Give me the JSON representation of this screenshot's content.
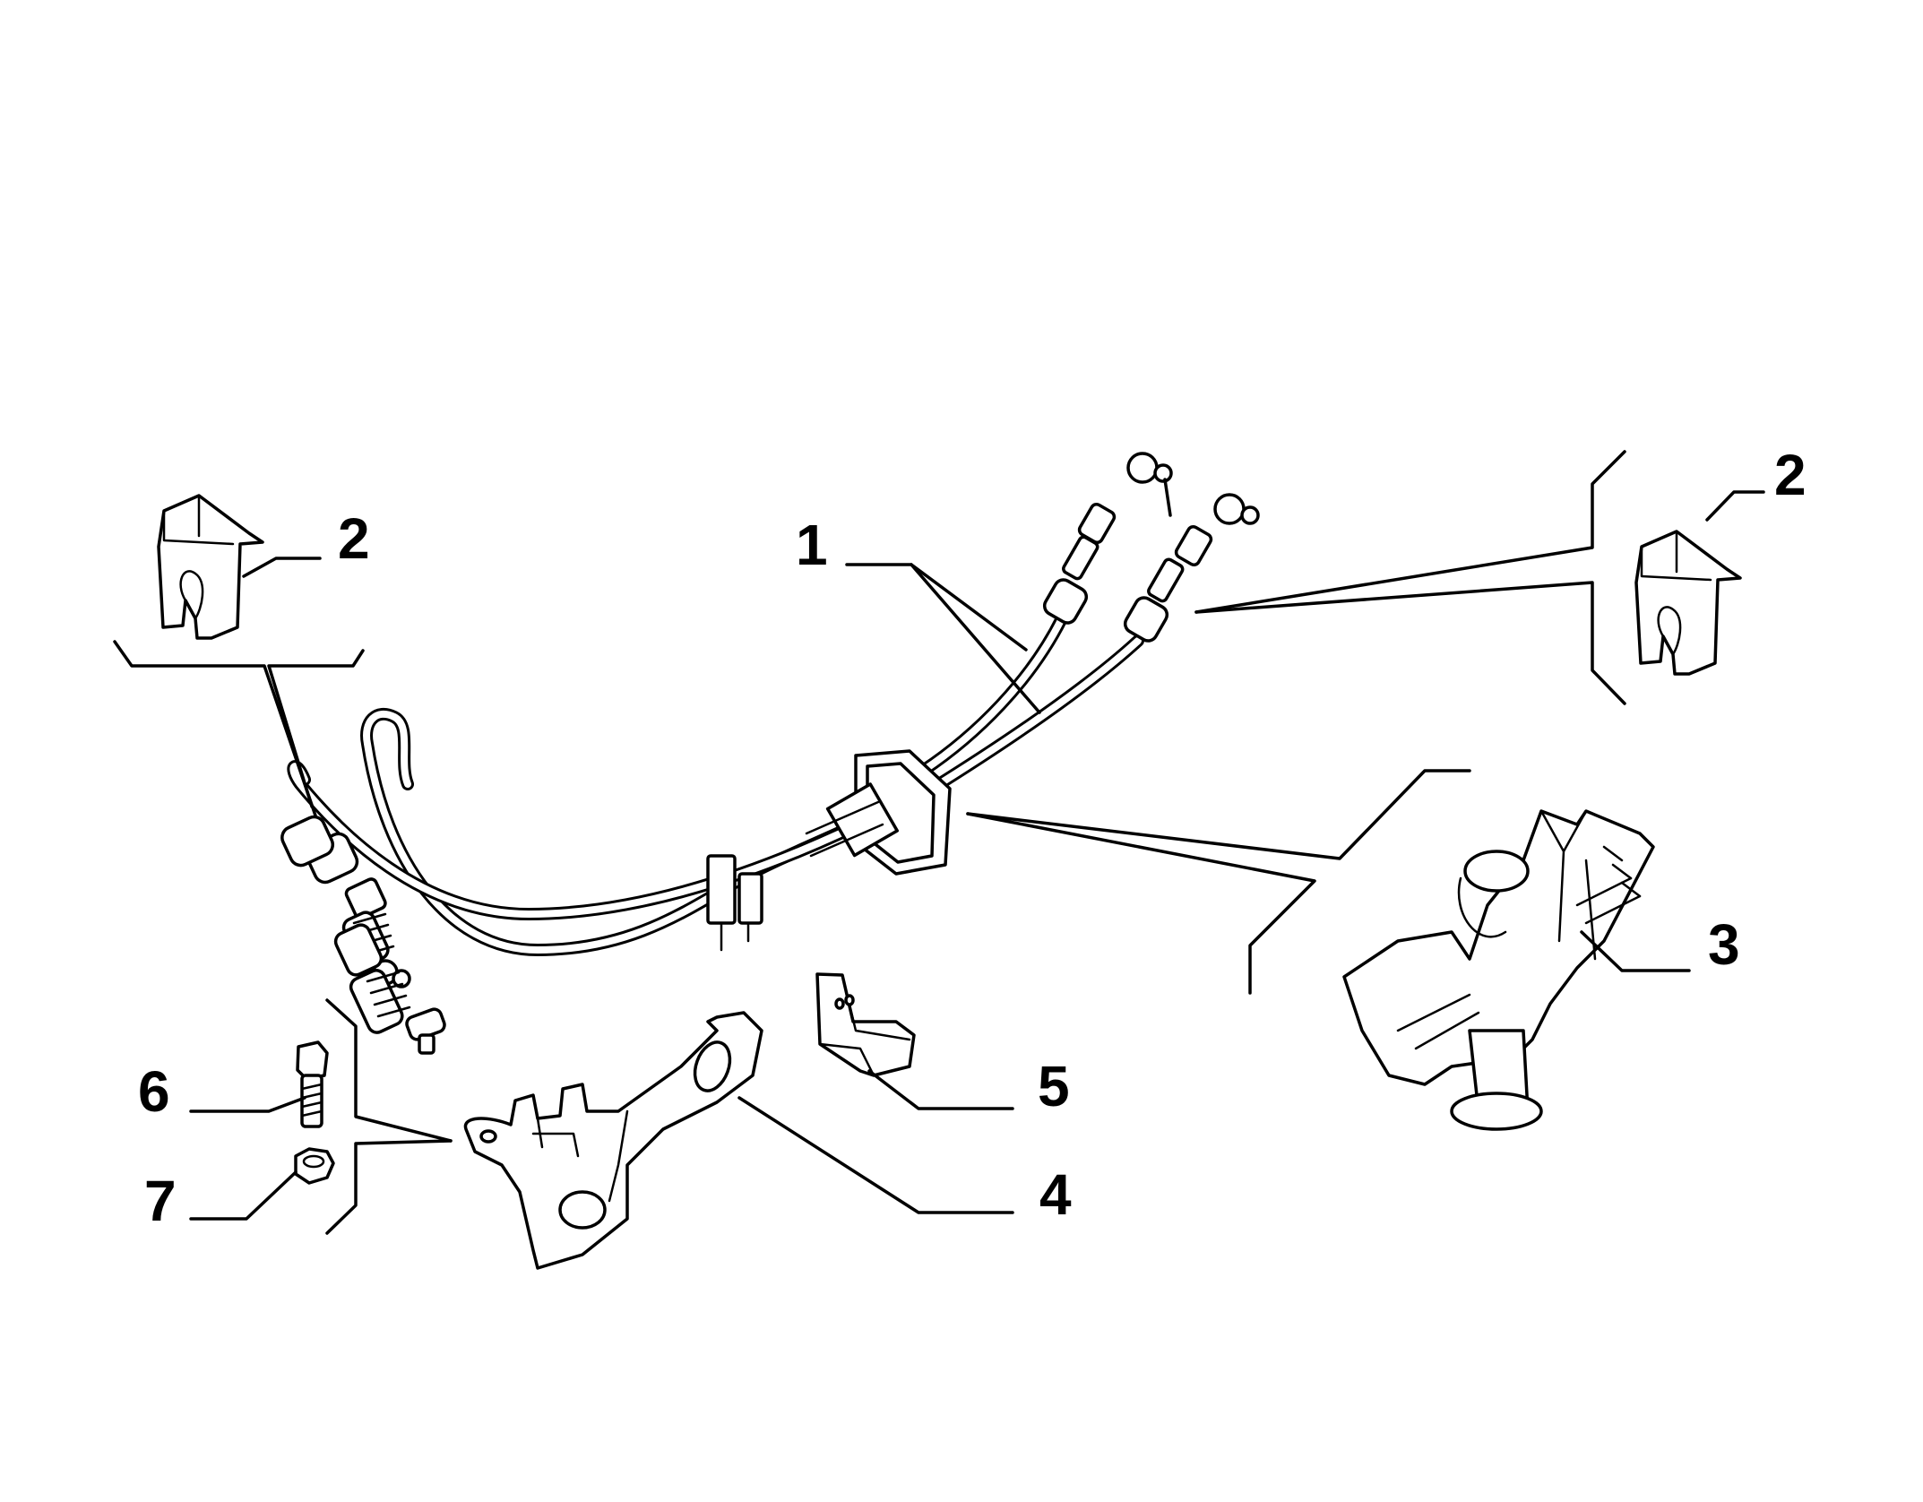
{
  "callouts": {
    "c1": "1",
    "c2_left": "2",
    "c2_right": "2",
    "c3": "3",
    "c4": "4",
    "c5": "5",
    "c6": "6",
    "c7": "7"
  },
  "colors": {
    "ink": "#000000",
    "paper": "#ffffff"
  }
}
